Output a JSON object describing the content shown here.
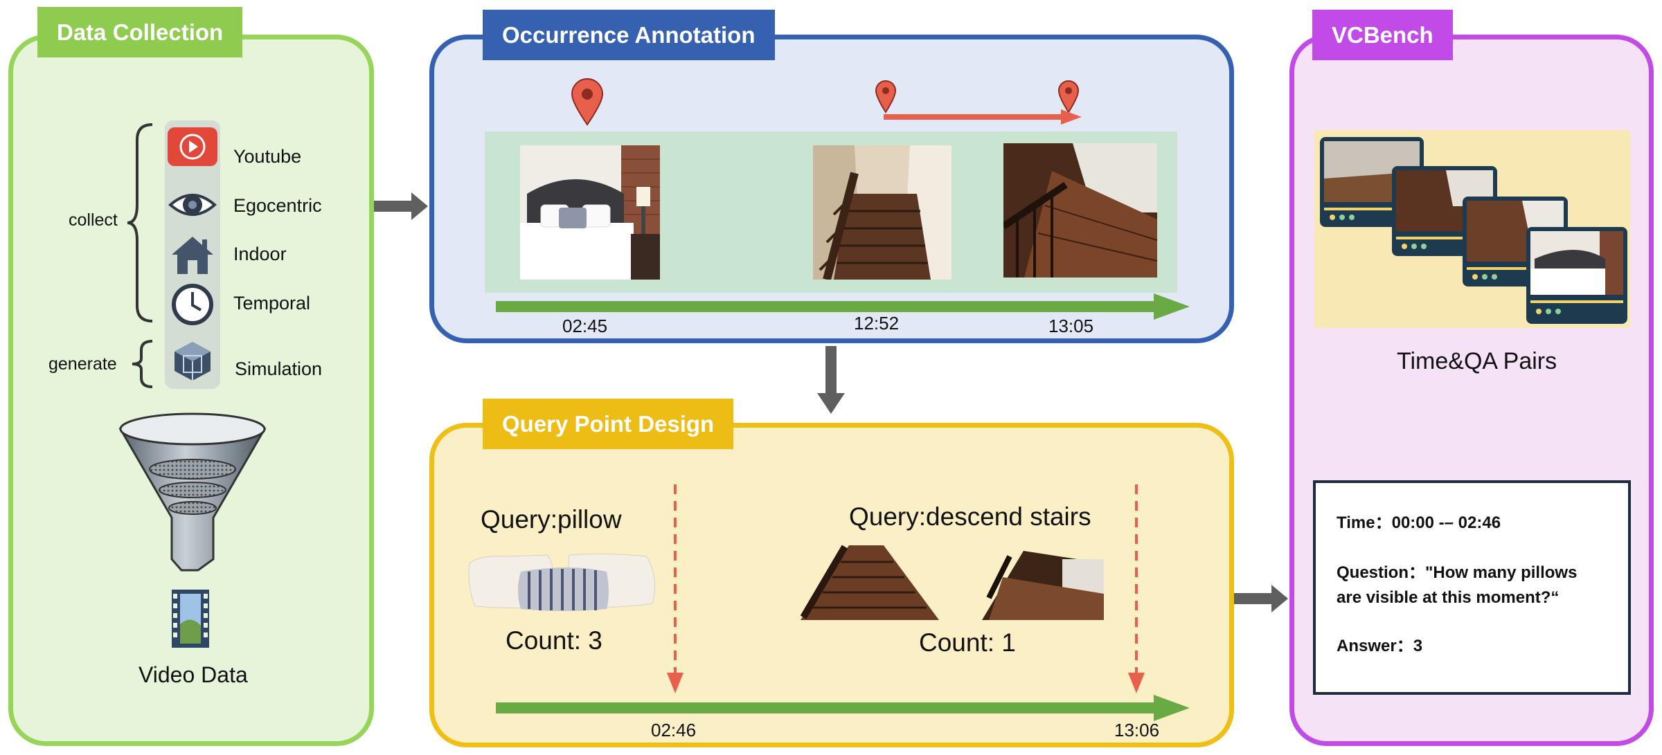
{
  "panels": {
    "data_collection": {
      "title": "Data Collection",
      "collect_label": "collect",
      "generate_label": "generate",
      "sources": [
        "Youtube",
        "Egocentric",
        "Indoor",
        "Temporal",
        "Simulation"
      ],
      "output_label": "Video Data"
    },
    "occurrence_annotation": {
      "title": "Occurrence Annotation",
      "timestamps": [
        "02:45",
        "12:52",
        "13:05"
      ]
    },
    "query_point_design": {
      "title": "Query Point Design",
      "query1": "Query:pillow",
      "count1": "Count: 3",
      "query2": "Query:descend stairs",
      "count2": "Count: 1",
      "timestamps": [
        "02:46",
        "13:06"
      ]
    },
    "vcbench": {
      "title": "VCBench",
      "pairs_label": "Time&QA Pairs",
      "time_label": "Time：",
      "time_value": "00:00 -– 02:46",
      "question_label": "Question：",
      "question_line1": "\"How many pillows",
      "question_line2": "are visible at this moment?“",
      "answer_label": "Answer：",
      "answer_value": "3"
    }
  },
  "colors": {
    "green_panel": "#97d45a",
    "blue_panel": "#3461b2",
    "yellow_panel": "#eebf15",
    "purple_panel": "#c24ae6",
    "timeline_green": "#6aaa44",
    "marker_red": "#e8604c",
    "arrow_gray": "#5f5f5f"
  },
  "icons": [
    "youtube-icon",
    "eye-icon",
    "house-icon",
    "clock-icon",
    "cube-icon",
    "funnel-icon",
    "film-icon",
    "location-pin-icon"
  ]
}
